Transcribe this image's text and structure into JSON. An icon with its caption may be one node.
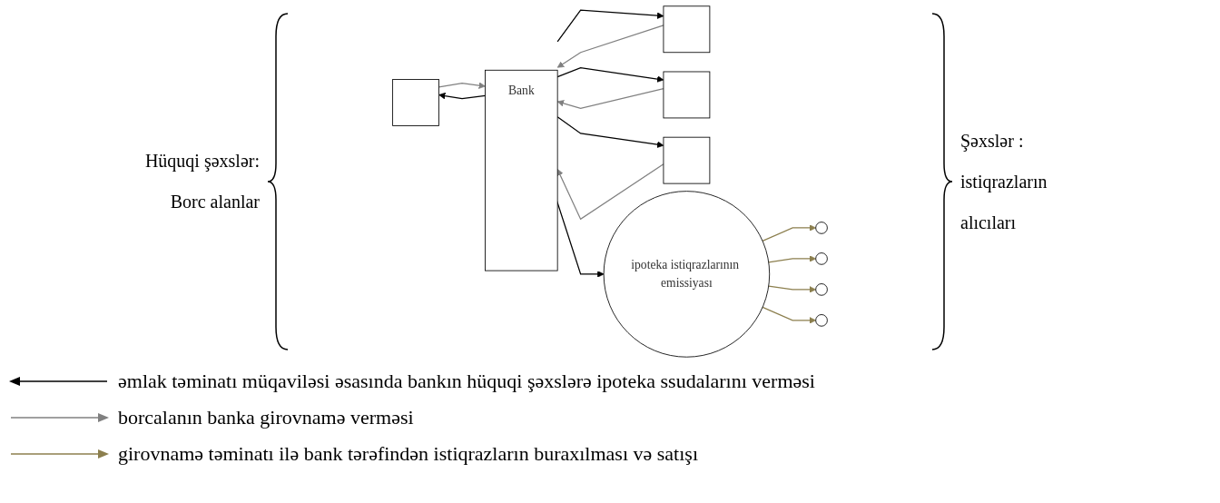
{
  "diagram": {
    "nodes": [
      {
        "text": [],
        "shape": "box"
      },
      {
        "text": [],
        "shape": "box"
      },
      {
        "text": [],
        "shape": "box"
      },
      {
        "text": [],
        "shape": "box"
      },
      {
        "text": [
          "Bank"
        ]
      },
      {
        "text": [
          "ipoteka istiqrazlarının emissiyası"
        ]
      },
      {
        "text": [],
        "shape": "circle"
      },
      {
        "text": [],
        "shape": "circle"
      },
      {
        "text": [],
        "shape": "circle"
      },
      {
        "text": [],
        "shape": "circle"
      }
    ],
    "edges": [
      {
        "from": 0,
        "to": 4,
        "arrow": "to",
        "color": "#808080"
      },
      {
        "from": 1,
        "to": 4,
        "arrow": "to",
        "color": "#808080"
      },
      {
        "from": 2,
        "to": 4,
        "arrow": "to",
        "color": "#808080"
      },
      {
        "from": 3,
        "to": 4,
        "arrow": "to",
        "color": "#808080"
      },
      {
        "from": 4,
        "to": 0,
        "arrow": "to"
      },
      {
        "from": 4,
        "to": 1,
        "arrow": "to"
      },
      {
        "from": 4,
        "to": 2,
        "arrow": "to"
      },
      {
        "from": 4,
        "to": 3,
        "arrow": "to"
      },
      {
        "from": 4,
        "to": 5,
        "arrow": "to"
      },
      {
        "from": 5,
        "to": 6,
        "arrow": "to",
        "color": "#8c7f4e"
      },
      {
        "from": 5,
        "to": 7,
        "arrow": "to",
        "color": "#8c7f4e"
      },
      {
        "from": 5,
        "to": 8,
        "arrow": "to",
        "color": "#8c7f4e"
      },
      {
        "from": 5,
        "to": 9,
        "arrow": "to",
        "color": "#8c7f4e"
      }
    ],
    "labels": [
      "Hüquqi şəxslər:",
      "Borc alanlar",
      "Şəxslər :",
      "istiqrazların",
      "alıcıları"
    ],
    "legend": [
      {
        "text": "əmlak təminatı müqaviləsi əsasında bankın hüquqi şəxslərə ipoteka ssudalarını verməsi"
      },
      {
        "text": "borcalanın banka girovnamə verməsi"
      },
      {
        "text": "girovnamə təminatı ilə bank tərəfindən istiqrazların buraxılması və satışı"
      }
    ]
  }
}
